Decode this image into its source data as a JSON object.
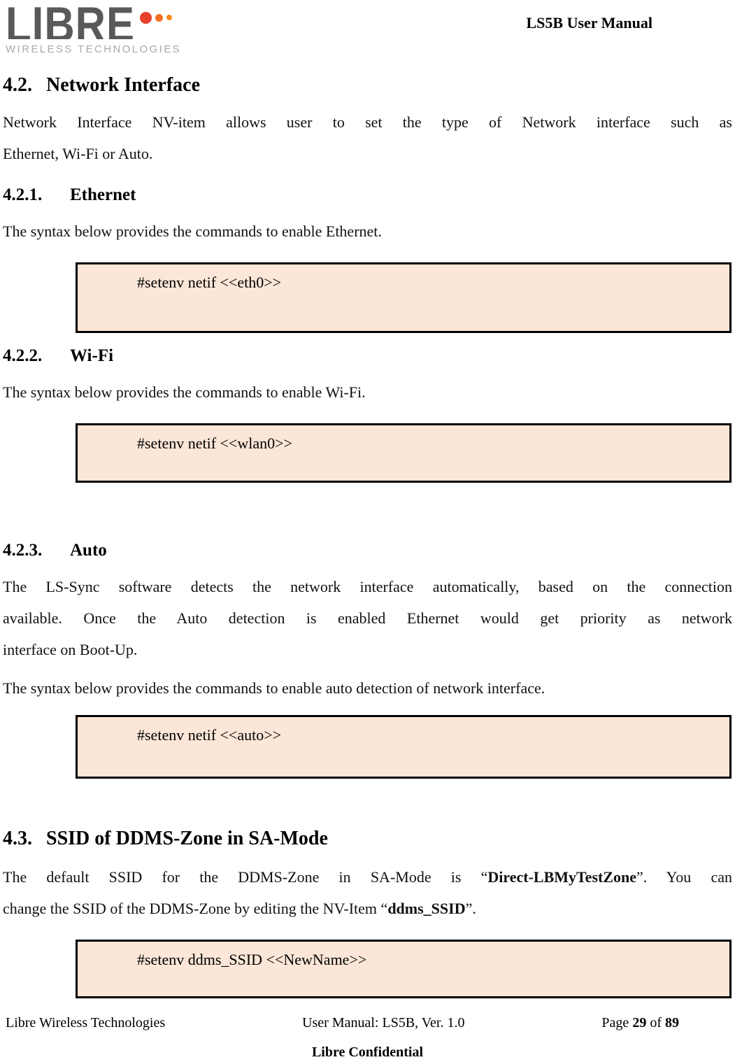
{
  "page": {
    "header": {
      "logo": {
        "brand": "LIBRE",
        "subtitle": "WIRELESS TECHNOLOGIES"
      },
      "doc_title": "LS5B User Manual"
    },
    "sections": {
      "s42": {
        "number": "4.2.",
        "title": "Network Interface",
        "para_line1": "Network Interface NV-item allows user to set the type of Network interface such as",
        "para_line2": "Ethernet, Wi-Fi or Auto."
      },
      "s421": {
        "number": "4.2.1.",
        "title": "Ethernet",
        "intro": "The syntax below provides the commands to enable Ethernet.",
        "command": "#setenv netif <<eth0>>"
      },
      "s422": {
        "number": "4.2.2.",
        "title": "Wi-Fi",
        "intro": "The syntax below provides the commands to enable Wi-Fi.",
        "command": "#setenv netif <<wlan0>>"
      },
      "s423": {
        "number": "4.2.3.",
        "title": "Auto",
        "para_line1": "The LS-Sync software detects the network interface automatically, based on the connection",
        "para_line2": "available.  Once the Auto detection is enabled Ethernet would get priority as network",
        "para_line3": "interface on Boot-Up.",
        "intro": "The syntax below provides the commands to enable auto detection of network interface.",
        "command": "#setenv netif <<auto>>"
      },
      "s43": {
        "number": "4.3.",
        "title": "SSID of DDMS-Zone in SA-Mode",
        "para_line1_pre": "The default SSID for the DDMS-Zone in SA-Mode is “",
        "para_line1_bold": "Direct-LBMyTestZone",
        "para_line1_post": "”. You can",
        "para_line2_pre": "change the SSID of the DDMS-Zone by editing the NV-Item “",
        "para_line2_bold": "ddms_SSID",
        "para_line2_post": "”.",
        "command": "#setenv ddms_SSID <<NewName>>"
      }
    },
    "footer": {
      "company": "Libre Wireless Technologies",
      "document": "User Manual: LS5B, Ver. 1.0",
      "page_word": "Page ",
      "page_number": "29",
      "of_word": " of ",
      "page_total": "89",
      "confidential": "Libre Confidential"
    },
    "colors": {
      "command_box_bg": "#fbe6d7",
      "command_box_border": "#000000",
      "logo_gray": "#58595b",
      "logo_subtitle_gray": "#a7a9ac",
      "logo_dot_large": "#e8402d",
      "logo_dot_medium": "#f26f21",
      "logo_dot_small": "#f5891f"
    }
  }
}
